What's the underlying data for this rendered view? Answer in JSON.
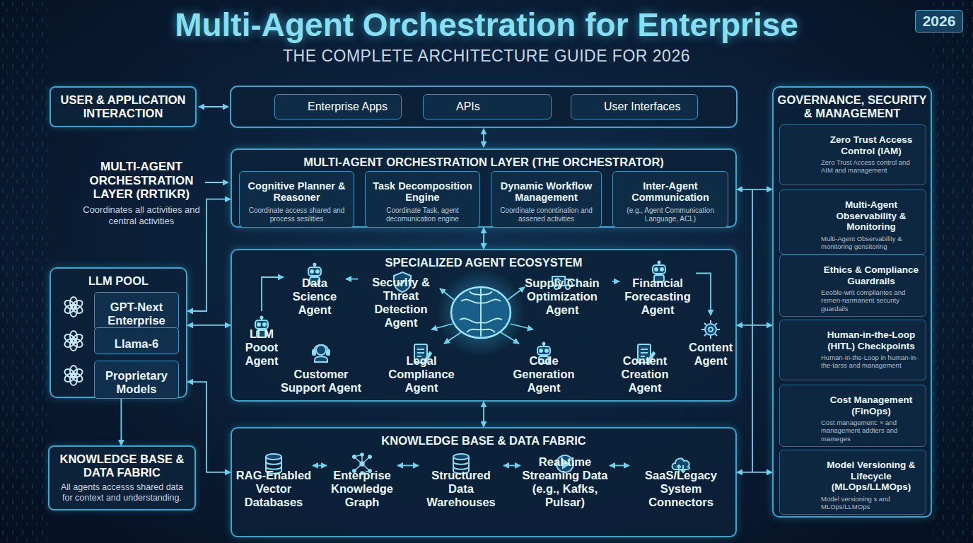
{
  "diagram": {
    "title": "Multi-Agent Orchestration for Enterprise",
    "nodes": [
      {
        "text": [
          "2026"
        ]
      },
      {
        "text": [
          "USER & APPLICATION INTERACTION"
        ]
      },
      {
        "text": [
          "Enterprise Apps"
        ]
      },
      {
        "text": [
          "APIs"
        ]
      },
      {
        "text": [
          "User Interfaces"
        ]
      },
      {
        "text": [
          "MULTI-AGENT ORCHESTRATION LAYER (THE ORCHESTRATOR)"
        ]
      },
      {
        "text": [
          "Cognitive Planner & Reasoner",
          "Coordinate access shared and process sesilities"
        ],
        "in": 5
      },
      {
        "text": [
          "Task Decomposition Engine",
          "Coordinate Task, agent decomunication engine"
        ],
        "in": 5
      },
      {
        "text": [
          "Dynamic Workflow Management",
          "Coordinate conontination and assened activities"
        ],
        "in": 5
      },
      {
        "text": [
          "Inter-Agent Communication",
          "(e.g., Agent Communication Language, ACL)"
        ],
        "in": 5
      },
      {
        "text": [
          "LLM POOL"
        ]
      },
      {
        "text": [
          "GPT-Next Enterprise"
        ],
        "in": 10
      },
      {
        "text": [
          "Llama-6"
        ],
        "in": 10
      },
      {
        "text": [
          "Proprietary Models"
        ],
        "in": 10
      },
      {
        "text": [
          "SPECIALIZED AGENT ECOSYSTEM"
        ]
      },
      {
        "text": [
          "Data Science Agent"
        ],
        "in": 14
      },
      {
        "text": [
          "Security & Threat Detection Agent"
        ],
        "in": 14
      },
      {
        "text": [
          "Supply Chain Optimization Agent"
        ],
        "in": 14
      },
      {
        "text": [
          "Financial Forecasting Agent"
        ],
        "in": 14
      },
      {
        "text": [
          "LLM Pooot Agent"
        ],
        "in": 14
      },
      {
        "text": [
          "Customer Support Agent"
        ],
        "in": 14
      },
      {
        "text": [
          "Legal Compliance Agent"
        ],
        "in": 14
      },
      {
        "text": [
          "Code Generation Agent"
        ],
        "in": 14
      },
      {
        "text": [
          "Content Creation Agent"
        ],
        "in": 14
      },
      {
        "text": [
          "Content Agent"
        ],
        "in": 14
      },
      {
        "text": [
          "KNOWLEDGE BASE & DATA FABRIC",
          "All agents accesss shared data for context and understanding."
        ]
      },
      {
        "text": [
          "KNOWLEDGE BASE & DATA FABRIC"
        ]
      },
      {
        "text": [
          "RAG-Enabled Vector Databases"
        ],
        "in": 26
      },
      {
        "text": [
          "Enterprise Knowledge Graph"
        ],
        "in": 26
      },
      {
        "text": [
          "Structured Data Warehouses"
        ],
        "in": 26
      },
      {
        "text": [
          "Real-time Streaming Data (e.g., Kafks, Pulsar)"
        ],
        "in": 26
      },
      {
        "text": [
          "SaaS/Legacy System Connectors"
        ],
        "in": 26
      },
      {
        "text": [
          "GOVERNANCE, SECURITY & MANAGEMENT"
        ]
      },
      {
        "text": [
          "Zero Trust Access Control (IAM)",
          "Zero Trust Access control and AIM and management"
        ],
        "in": 32
      },
      {
        "text": [
          "Multi-Agent Observability & Monitoring",
          "Multi-Agent Observability & monitoring gensitoring"
        ],
        "in": 32
      },
      {
        "text": [
          "Ethics & Compliance Guardrails",
          "Eeoble-writ compliantes and remen-narmanent security guardails"
        ],
        "in": 32
      },
      {
        "text": [
          "Human-in-the-Loop (HITL) Checkpoints",
          "Human-in-the-Loop in human-in-the-tarss and management"
        ],
        "in": 32
      },
      {
        "text": [
          "Cost Management (FinOps)",
          "Cost management: × and management addters and mameges"
        ],
        "in": 32
      },
      {
        "text": [
          "Model Versioning & Lifecycle (MLOps/LLMOps)",
          "Model versioning s and MLOps/LLMOps"
        ],
        "in": 32
      }
    ],
    "edges": [
      {
        "from": 5,
        "to": 14,
        "arrow": "both"
      },
      {
        "from": 14,
        "to": 26,
        "arrow": "both"
      },
      {
        "from": 10,
        "to": 5,
        "arrow": "both"
      },
      {
        "from": 10,
        "to": 14,
        "arrow": "both"
      },
      {
        "from": 10,
        "to": 26,
        "arrow": "both"
      },
      {
        "from": 10,
        "to": 25,
        "arrow": "to"
      },
      {
        "from": 32,
        "to": 5,
        "arrow": "both"
      },
      {
        "from": 32,
        "to": 14,
        "arrow": "both"
      },
      {
        "from": 32,
        "to": 26,
        "arrow": "both"
      },
      {
        "from": 19,
        "to": 15,
        "arrow": "to"
      },
      {
        "from": 16,
        "to": 15,
        "arrow": "to"
      },
      {
        "from": 17,
        "to": 18,
        "arrow": "to"
      },
      {
        "from": 18,
        "to": 24,
        "arrow": "to"
      },
      {
        "from": 27,
        "to": 28,
        "arrow": "both"
      },
      {
        "from": 28,
        "to": 29,
        "arrow": "both"
      },
      {
        "from": 29,
        "to": 30,
        "arrow": "both"
      },
      {
        "from": 30,
        "to": 31,
        "arrow": "both"
      }
    ],
    "labels": [
      "THE COMPLETE ARCHITECTURE GUIDE FOR 2026",
      "MULTI-AGENT ORCHESTRATION LAYER (RRTIKR)",
      "Coordinates all activities and central activities"
    ]
  }
}
